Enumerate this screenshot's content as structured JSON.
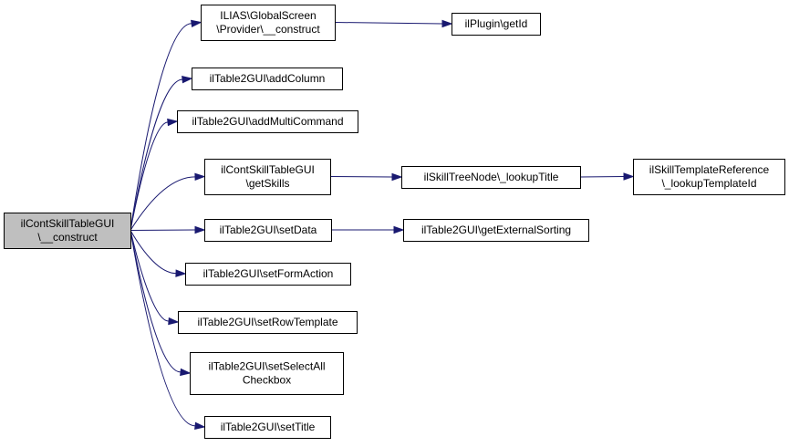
{
  "diagram": {
    "colors": {
      "edge": "#191970",
      "root_fill": "#bfbfbf",
      "node_fill": "#ffffff",
      "border": "#000000"
    },
    "nodes": [
      {
        "id": "root",
        "lines": [
          "ilContSkillTableGUI",
          "\\__construct"
        ],
        "root": true
      },
      {
        "id": "global_screen",
        "lines": [
          "ILIAS\\GlobalScreen",
          "\\Provider\\__construct"
        ]
      },
      {
        "id": "plugin_getid",
        "lines": [
          "ilPlugin\\getId"
        ]
      },
      {
        "id": "add_column",
        "lines": [
          "ilTable2GUI\\addColumn"
        ]
      },
      {
        "id": "add_multi_command",
        "lines": [
          "ilTable2GUI\\addMultiCommand"
        ]
      },
      {
        "id": "get_skills",
        "lines": [
          "ilContSkillTableGUI",
          "\\getSkills"
        ]
      },
      {
        "id": "lookup_title",
        "lines": [
          "ilSkillTreeNode\\_lookupTitle"
        ]
      },
      {
        "id": "lookup_template_id",
        "lines": [
          "ilSkillTemplateReference",
          "\\_lookupTemplateId"
        ]
      },
      {
        "id": "set_data",
        "lines": [
          "ilTable2GUI\\setData"
        ]
      },
      {
        "id": "get_external_sorting",
        "lines": [
          "ilTable2GUI\\getExternalSorting"
        ]
      },
      {
        "id": "set_form_action",
        "lines": [
          "ilTable2GUI\\setFormAction"
        ]
      },
      {
        "id": "set_row_template",
        "lines": [
          "ilTable2GUI\\setRowTemplate"
        ]
      },
      {
        "id": "set_select_all",
        "lines": [
          "ilTable2GUI\\setSelectAll",
          "Checkbox"
        ]
      },
      {
        "id": "set_title",
        "lines": [
          "ilTable2GUI\\setTitle"
        ]
      }
    ],
    "edges": [
      {
        "from": "root",
        "to": "global_screen"
      },
      {
        "from": "root",
        "to": "add_column"
      },
      {
        "from": "root",
        "to": "add_multi_command"
      },
      {
        "from": "root",
        "to": "get_skills"
      },
      {
        "from": "root",
        "to": "set_data"
      },
      {
        "from": "root",
        "to": "set_form_action"
      },
      {
        "from": "root",
        "to": "set_row_template"
      },
      {
        "from": "root",
        "to": "set_select_all"
      },
      {
        "from": "root",
        "to": "set_title"
      },
      {
        "from": "global_screen",
        "to": "plugin_getid"
      },
      {
        "from": "get_skills",
        "to": "lookup_title"
      },
      {
        "from": "lookup_title",
        "to": "lookup_template_id"
      },
      {
        "from": "set_data",
        "to": "get_external_sorting"
      }
    ]
  }
}
